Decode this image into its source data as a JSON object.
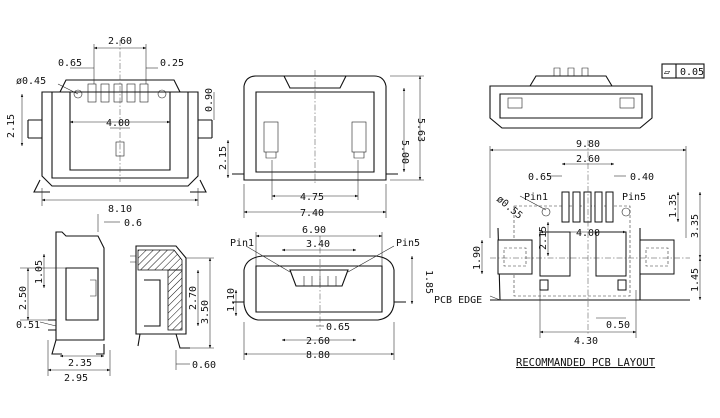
{
  "top_view": {
    "dim_pitch_outer": "2.60",
    "dim_pitch": "0.65",
    "dim_pin_width": "0.25",
    "dim_hole": "ø0.45",
    "dim_width_inner": "4.00",
    "dim_height_left": "2.15",
    "dim_offset_right": "0.90",
    "dim_right_lower": "2.15",
    "dim_overall_width": "8.10"
  },
  "bottom_view": {
    "dim_inner_width": "4.75",
    "dim_overall_width": "7.40",
    "dim_height_inner": "5.00",
    "dim_height_outer": "5.63"
  },
  "flatness": {
    "symbol": "▱",
    "value": "0.05"
  },
  "side_view_left": {
    "dim_top": "0.6",
    "dim_lead_height": "1.05",
    "dim_body_height": "2.50",
    "dim_lead_thickness": "0.51",
    "dim_base": "2.35",
    "dim_overall": "2.95"
  },
  "section_view": {
    "dim_height": "2.70",
    "dim_total_height": "3.50",
    "dim_lead": "0.60"
  },
  "front_view": {
    "pin1_label": "Pin1",
    "pin5_label": "Pin5",
    "dim_top_outer": "6.90",
    "dim_top_inner": "3.40",
    "dim_right": "1.85",
    "dim_left": "1.10",
    "dim_pitch": "0.65",
    "dim_pin_span": "2.60",
    "dim_overall": "8.80"
  },
  "pcb_layout": {
    "title": "RECOMMANDED PCB LAYOUT",
    "pcb_edge_label": "PCB EDGE",
    "pin1_label": "Pin1",
    "pin5_label": "Pin5",
    "dim_overall": "9.80",
    "dim_pin_span": "2.60",
    "dim_pitch": "0.65",
    "dim_pad_width": "0.40",
    "dim_hole": "ø0.55",
    "dim_inner": "4.00",
    "dim_pad_len": "2.15",
    "dim_right_top": "1.35",
    "dim_right_mid": "3.35",
    "dim_left": "1.90",
    "dim_right_low": "1.45",
    "dim_slot": "0.50",
    "dim_bottom": "4.30"
  }
}
